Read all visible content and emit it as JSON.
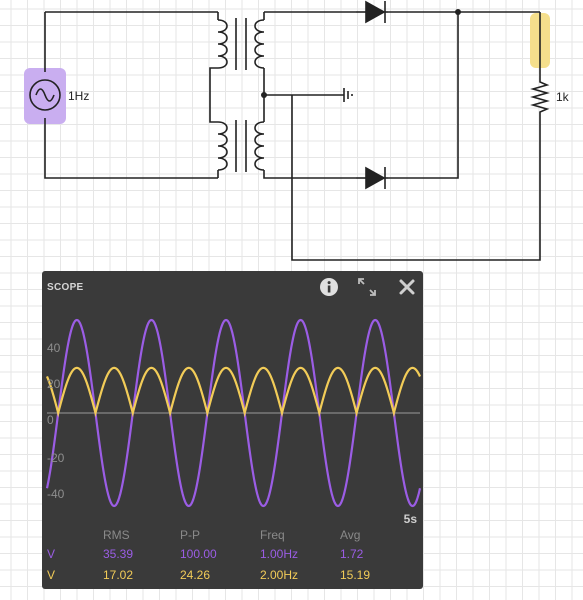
{
  "circuit": {
    "source_label": "1Hz",
    "resistor_label": "1k",
    "colors": {
      "wire": "#222222",
      "source_highlight": "#c9aef0",
      "resistor_highlight": "#f5df8c"
    }
  },
  "scope": {
    "title": "SCOPE",
    "icons": [
      "info-icon",
      "expand-icon",
      "close-icon"
    ],
    "time_label": "5s",
    "y_ticks": [
      "40",
      "20",
      "0",
      "-20",
      "-40"
    ],
    "headers": [
      "RMS",
      "P-P",
      "Freq",
      "Avg"
    ],
    "rows": [
      {
        "label": "V",
        "color": "#9b5de5",
        "values": [
          "35.39",
          "100.00",
          "1.00Hz",
          "1.72"
        ]
      },
      {
        "label": "V",
        "color": "#f2cc58",
        "values": [
          "17.02",
          "24.26",
          "2.00Hz",
          "15.19"
        ]
      }
    ],
    "chart_data": {
      "type": "line",
      "x_range": [
        0,
        5
      ],
      "ylim": [
        -55,
        55
      ],
      "series": [
        {
          "kind": "sine",
          "amplitude": 50,
          "frequency_hz": 1,
          "color": "#9b5de5"
        },
        {
          "kind": "full-wave rectified sine",
          "amplitude": 24.26,
          "frequency_hz": 2,
          "color": "#f2cc58"
        }
      ]
    }
  }
}
